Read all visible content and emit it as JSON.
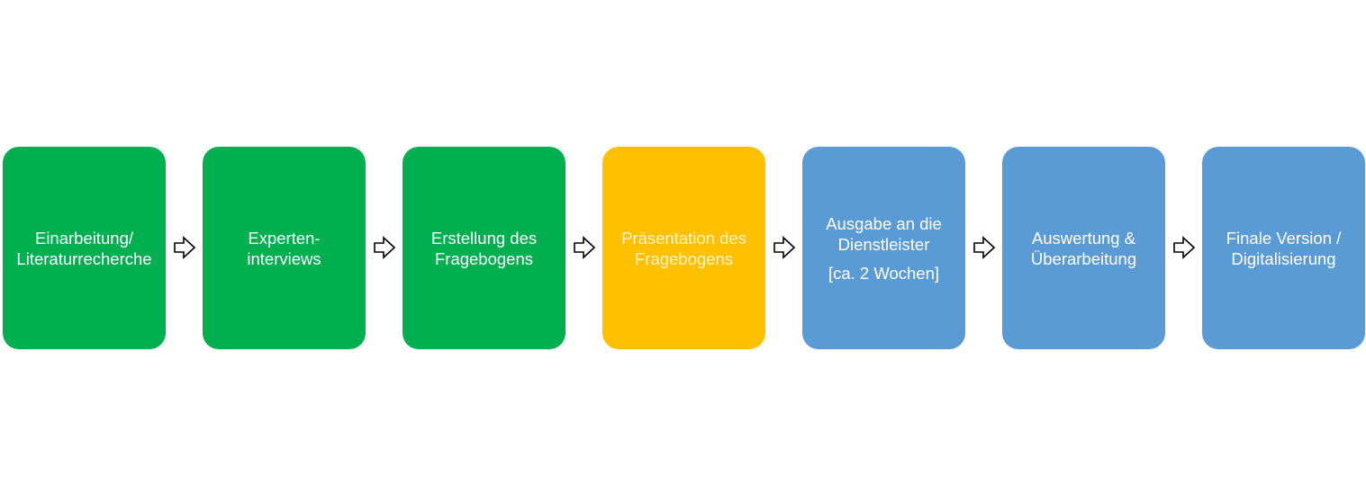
{
  "colors": {
    "green": "#00b050",
    "yellow": "#ffc000",
    "blue": "#5b9bd5",
    "text_on_yellow": "#fff3cc",
    "arrow_stroke": "#000000",
    "arrow_fill": "#ffffff"
  },
  "steps": [
    {
      "lines": [
        "Einarbeitung/",
        "Literaturrecherche"
      ],
      "note": "",
      "color": "green"
    },
    {
      "lines": [
        "Experten-",
        "interviews"
      ],
      "note": "",
      "color": "green"
    },
    {
      "lines": [
        "Erstellung des",
        "Fragebogens"
      ],
      "note": "",
      "color": "green"
    },
    {
      "lines": [
        "Präsentation des",
        "Fragebogens"
      ],
      "note": "",
      "color": "yellow"
    },
    {
      "lines": [
        "Ausgabe an die",
        "Dienstleister"
      ],
      "note": "[ca. 2 Wochen]",
      "color": "blue"
    },
    {
      "lines": [
        "Auswertung &",
        "Überarbeitung"
      ],
      "note": "",
      "color": "blue"
    },
    {
      "lines": [
        "Finale Version /",
        "Digitalisierung"
      ],
      "note": "",
      "color": "blue"
    }
  ],
  "arrow_icon": "right-block-arrow-icon"
}
